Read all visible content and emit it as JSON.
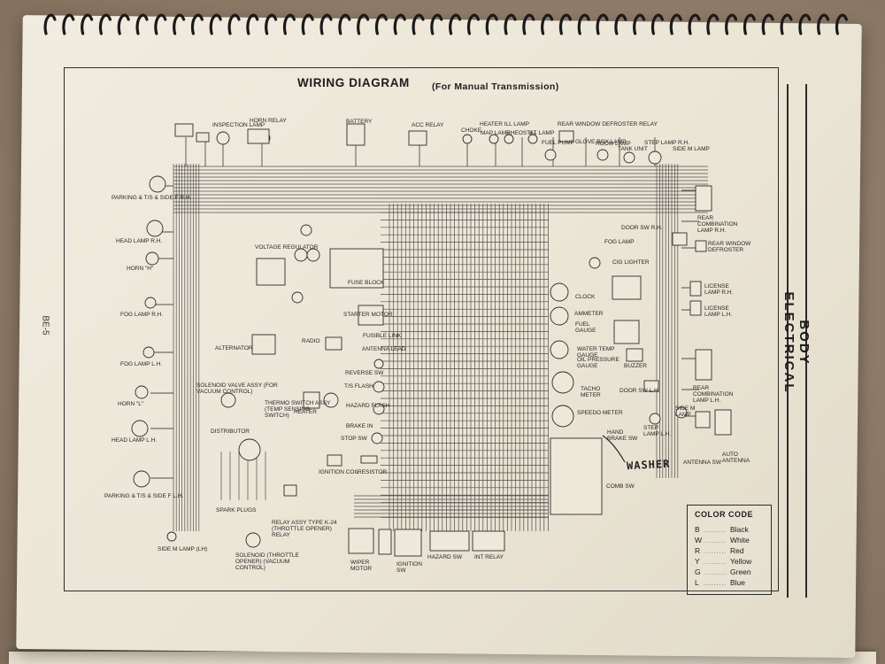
{
  "diagram": {
    "title": "WIRING DIAGRAM",
    "subtitle": "(For Manual Transmission)",
    "section_title": "BODY ELECTRICAL",
    "page_number": "BE-5",
    "handwritten_note": "WASHER"
  },
  "color_code": {
    "title": "COLOR CODE",
    "entries": [
      {
        "code": "B",
        "name": "Black"
      },
      {
        "code": "W",
        "name": "White"
      },
      {
        "code": "R",
        "name": "Red"
      },
      {
        "code": "Y",
        "name": "Yellow"
      },
      {
        "code": "G",
        "name": "Green"
      },
      {
        "code": "L",
        "name": "Blue"
      }
    ]
  },
  "components": {
    "parking_rh": "PARKING & T/S & SIDE F R.H.",
    "head_lamp_rh": "HEAD LAMP R.H.",
    "horn_h": "HORN \"H\"",
    "fog_lamp_rh": "FOG LAMP R.H.",
    "fog_lamp_lh": "FOG LAMP L.H.",
    "horn_l": "HORN \"L\"",
    "head_lamp_lh": "HEAD LAMP L.H.",
    "parking_lh": "PARKING & T/S & SIDE F L.H.",
    "side_m_lamp_lh": "SIDE M LAMP (LH)",
    "inspection_lamp": "INSPECTION LAMP",
    "horn_relay": "HORN RELAY",
    "battery": "BATTERY",
    "acc_relay": "ACC RELAY",
    "heater_ill_lamp": "HEATER ILL LAMP",
    "choke": "CHOKE",
    "map_lamp": "MAP LAMP",
    "rheostat": "RHEOSTAT",
    "ill_lamp": "ILL LAMP",
    "fuel_pump": "FUEL PUMP",
    "rear_window_defroster_relay": "REAR WINDOW DEFROSTER RELAY",
    "glove_box_lamp": "GLOVE BOX LAMP",
    "room_lamp": "ROOM LAMP",
    "tank_unit": "TANK UNIT",
    "step_lamp_rh": "STEP LAMP R.H.",
    "side_m_lamp_rh": "SIDE M LAMP",
    "voltage_regulator": "VOLTAGE REGULATOR",
    "fuse_block": "FUSE BLOCK",
    "alternator": "ALTERNATOR",
    "starter_motor": "STARTER MOTOR",
    "fusible_link": "FUSIBLE LINK",
    "radio": "RADIO",
    "antenna_lead": "ANTENNA LEAD",
    "reverse_sw": "REVERSE SW",
    "ts_flash": "T/S FLASH",
    "hazard_flash": "HAZARD FLASH",
    "brake_in": "BRAKE IN",
    "stop_sw": "STOP SW",
    "solenoid_valve": "SOLENOID VALVE ASSY (FOR VACUUM CONTROL)",
    "thermo_switch": "THERMO SWITCH ASSY (TEMP SENSING SWITCH)",
    "heater": "HEATER",
    "distributor": "DISTRIBUTOR",
    "spark_plugs": "SPARK PLUGS",
    "ignition_coil": "IGNITION COIL",
    "resistor": "RESISTOR",
    "relay_assy": "RELAY ASSY TYPE K-24 (THROTTLE OPENER) RELAY",
    "solenoid_throttle": "SOLENOID (THROTTLE OPENER) (VACUUM CONTROL)",
    "wiper_motor": "WIPER MOTOR",
    "ignition_sw": "IGNITION SW",
    "hazard_sw": "HAZARD SW",
    "int_relay": "INT RELAY",
    "comb_sw": "COMB SW",
    "hand_brake_sw": "HAND BRAKE SW",
    "clock": "CLOCK",
    "ammeter": "AMMETER",
    "fuel_gauge": "FUEL GAUGE",
    "water_temp_gauge": "WATER TEMP GAUGE",
    "oil_pressure_gauge": "OIL PRESSURE GAUGE",
    "tacho_meter": "TACHO METER",
    "speedo_meter": "SPEEDO METER",
    "buzzer": "BUZZER",
    "door_sw_rh": "DOOR SW R.H.",
    "door_sw_lh": "DOOR SW L.H.",
    "fog_lamp_sw": "FOG LAMP",
    "cig_lighter": "CIG LIGHTER",
    "rear_combination_lamp_rh": "REAR COMBINATION LAMP R.H.",
    "rear_window_defroster": "REAR WINDOW DEFROSTER",
    "license_lamp_rh": "LICENSE LAMP R.H.",
    "license_lamp_lh": "LICENSE LAMP L.H.",
    "rear_combination_lamp_lh": "REAR COMBINATION LAMP L.H.",
    "step_lamp_lh": "STEP LAMP L.H.",
    "side_m_lamp_rear": "SIDE M LAMP",
    "antenna_sw": "ANTENNA SW",
    "auto_antenna": "AUTO ANTENNA"
  }
}
